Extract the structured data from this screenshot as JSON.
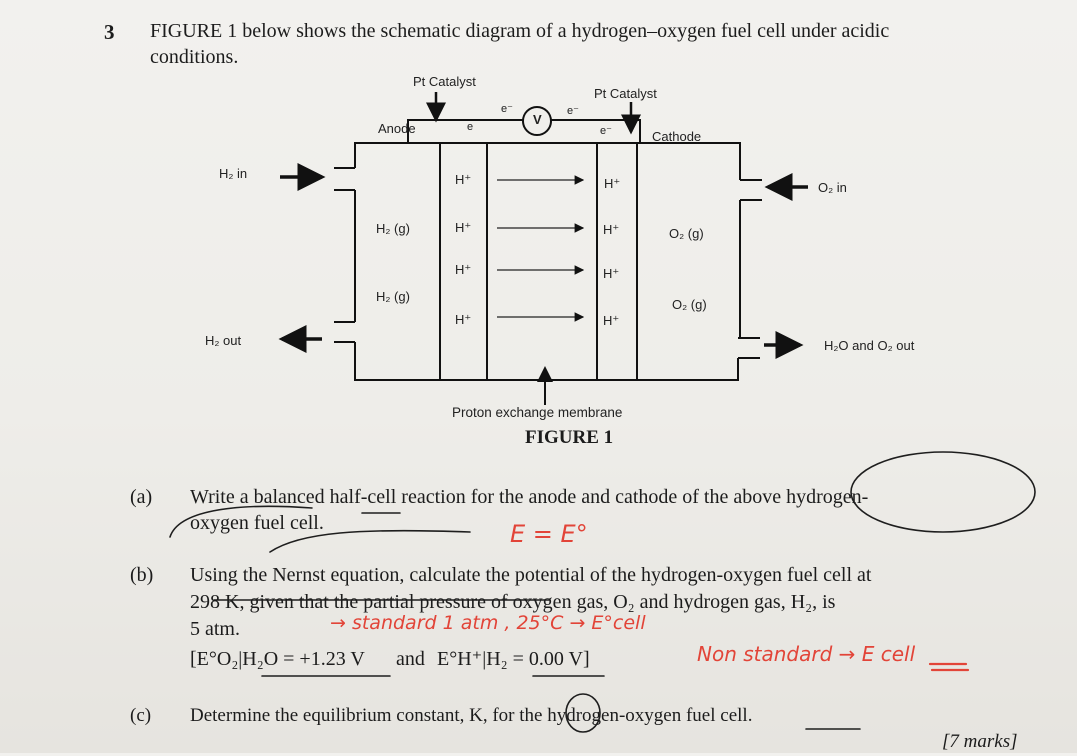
{
  "question": {
    "number": "3",
    "intro_line1": "FIGURE 1 below shows the schematic diagram of a hydrogen–oxygen fuel cell under acidic",
    "intro_line2": "conditions."
  },
  "figure": {
    "pt_catalyst_left": "Pt Catalyst",
    "pt_catalyst_right": "Pt Catalyst",
    "anode": "Anode",
    "cathode": "Cathode",
    "voltmeter": "V",
    "electron": "e⁻",
    "electron_plain": "e",
    "h2_in": "H₂ in",
    "h2_out": "H₂ out",
    "o2_in": "O₂ in",
    "h2o_o2_out": "H₂O and O₂ out",
    "h2_gas": "H₂ (g)",
    "o2_gas": "O₂ (g)",
    "proton": "H⁺",
    "membrane": "Proton exchange membrane",
    "caption": "FIGURE 1"
  },
  "parts": {
    "a_label": "(a)",
    "a_line1": "Write a balanced half-cell reaction for the anode and cathode of the above hydrogen-",
    "a_line2": "oxygen fuel cell.",
    "b_label": "(b)",
    "b_line1": "Using the Nernst equation, calculate the potential of the hydrogen-oxygen fuel cell at",
    "b_line2": "298 K, given that the partial pressure of oxygen gas, O₂ and hydrogen gas, H₂, is",
    "b_line3": "5 atm.",
    "b_line4a": "[E°O₂|H₂O = +1.23 V",
    "b_line4b": "and",
    "b_line4c": "E°H⁺|H₂ = 0.00 V]",
    "c_label": "(c)",
    "c_line1": "Determine the equilibrium constant, K, for the hydrogen-oxygen fuel cell.",
    "marks": "[7 marks]"
  },
  "handwriting": {
    "note1": "E = E°",
    "note2": "→ standard  1 atm ,  25°C  →  E°cell",
    "note3": "Non standard  → E cell"
  }
}
